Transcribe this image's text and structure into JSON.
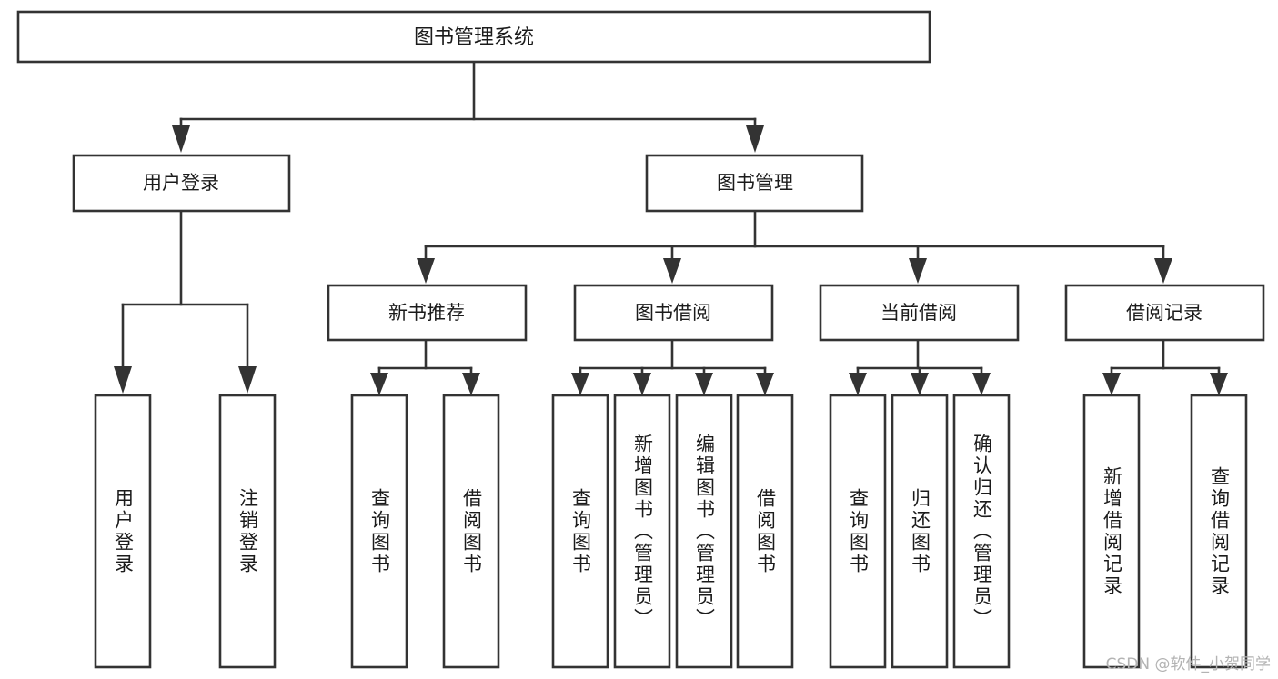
{
  "diagram": {
    "title": "图书管理系统",
    "type": "tree-hierarchy-diagram",
    "colors": {
      "box_fill": "#ffffff",
      "box_stroke": "#333333",
      "text": "#1b1b1b",
      "background": "#ffffff",
      "watermark": "#b3b3b3"
    },
    "root": {
      "label": "图书管理系统"
    },
    "level2": [
      {
        "label": "用户登录"
      },
      {
        "label": "图书管理"
      }
    ],
    "level3": [
      {
        "label": "新书推荐"
      },
      {
        "label": "图书借阅"
      },
      {
        "label": "当前借阅"
      },
      {
        "label": "借阅记录"
      }
    ],
    "leaves": {
      "user_login": [
        {
          "label": "用户登录"
        },
        {
          "label": "注销登录"
        }
      ],
      "new_book_recommend": [
        {
          "label": "查询图书"
        },
        {
          "label": "借阅图书"
        }
      ],
      "book_borrow": [
        {
          "label": "查询图书"
        },
        {
          "label": "新增图书（管理员）"
        },
        {
          "label": "编辑图书（管理员）"
        },
        {
          "label": "借阅图书"
        }
      ],
      "current_borrow": [
        {
          "label": "查询图书"
        },
        {
          "label": "归还图书"
        },
        {
          "label": "确认归还（管理员）"
        }
      ],
      "borrow_record": [
        {
          "label": "新增借阅记录"
        },
        {
          "label": "查询借阅记录"
        }
      ]
    }
  },
  "watermark": {
    "text": "CSDN @软件_小贺同学"
  }
}
